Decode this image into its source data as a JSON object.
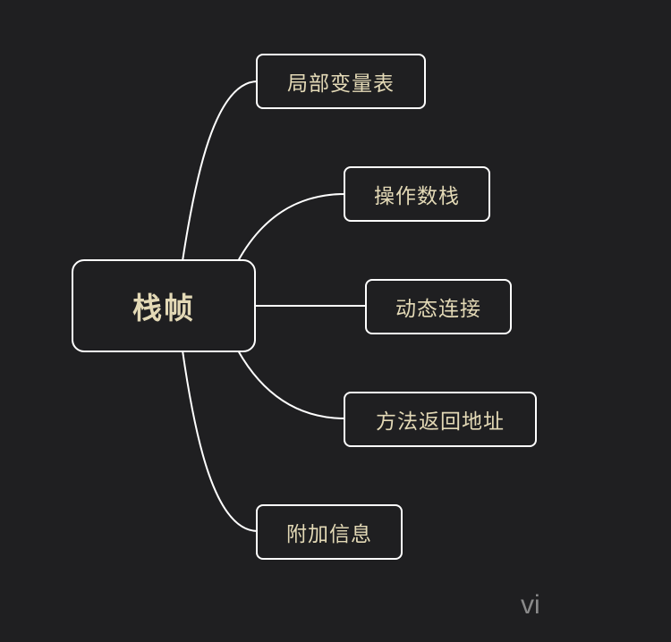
{
  "mindmap": {
    "root": "栈帧",
    "children": [
      "局部变量表",
      "操作数栈",
      "动态连接",
      "方法返回地址",
      "附加信息"
    ]
  },
  "watermark": "vi",
  "colors": {
    "background": "#1f1f21",
    "node_border": "#ffffff",
    "node_text": "#e3d9b6",
    "link": "#ffffff"
  }
}
